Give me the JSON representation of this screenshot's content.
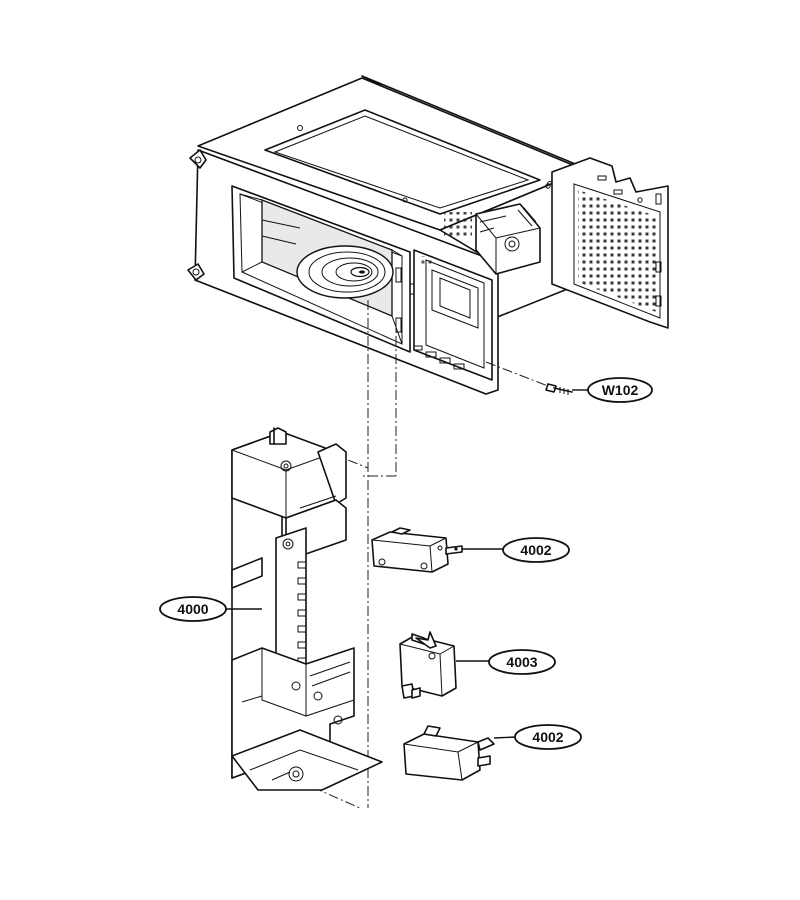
{
  "callouts": [
    {
      "id": "w102",
      "label": "W102"
    },
    {
      "id": "4002a",
      "label": "4002"
    },
    {
      "id": "4000",
      "label": "4000"
    },
    {
      "id": "4003",
      "label": "4003"
    },
    {
      "id": "4002b",
      "label": "4002"
    }
  ]
}
